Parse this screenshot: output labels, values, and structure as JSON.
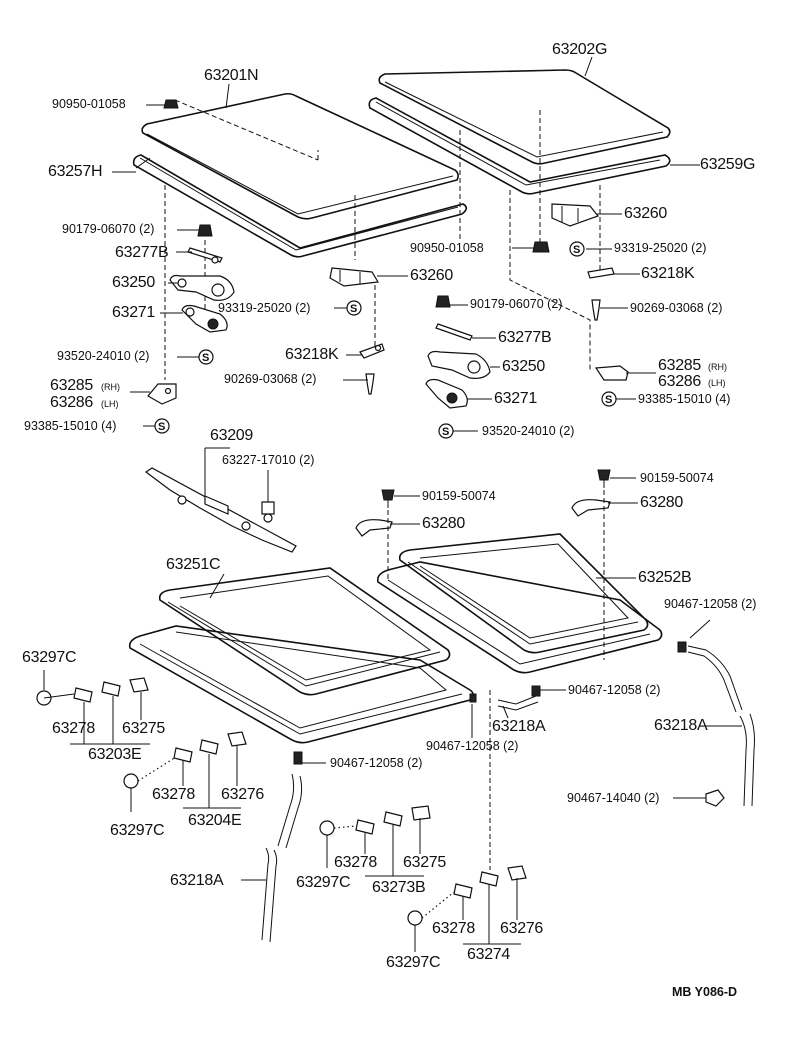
{
  "labels": {
    "p63201N": "63201N",
    "p90950_a": "90950-01058",
    "p63257H": "63257H",
    "p90179_a": "90179-06070 (2)",
    "p63277B_a": "63277B",
    "p63250_a": "63250",
    "p93319_a": "93319-25020 (2)",
    "p63271_a": "63271",
    "p93520_a": "93520-24010 (2)",
    "p63285_a": "63285",
    "p63285_a_rh": "(RH)",
    "p63286_a": "63286",
    "p63286_a_lh": "(LH)",
    "p93385_a": "93385-15010 (4)",
    "p63260_a": "63260",
    "p63218K_a": "63218K",
    "p90269_a": "90269-03068 (2)",
    "p63202G": "63202G",
    "p63259G": "63259G",
    "p63260_b": "63260",
    "p90950_b": "90950-01058",
    "p93319_b": "93319-25020 (2)",
    "p63218K_b": "63218K",
    "p90179_b": "90179-06070 (2)",
    "p90269_b": "90269-03068 (2)",
    "p63277B_b": "63277B",
    "p63250_b": "63250",
    "p63285_b": "63285",
    "p63285_b_rh": "(RH)",
    "p63286_b": "63286",
    "p63286_b_lh": "(LH)",
    "p63271_b": "63271",
    "p93385_b": "93385-15010 (4)",
    "p93520_b": "93520-24010 (2)",
    "p63209": "63209",
    "p63227": "63227-17010 (2)",
    "p90159_a": "90159-50074",
    "p63280_a": "63280",
    "p90159_b": "90159-50074",
    "p63280_b": "63280",
    "p63251C": "63251C",
    "p63252B": "63252B",
    "p90467_a": "90467-12058 (2)",
    "p90467_b": "90467-12058 (2)",
    "p63218A_a": "63218A",
    "p90467_c": "90467-12058 (2)",
    "p63218A_b": "63218A",
    "p63297C_a": "63297C",
    "p63278_a": "63278",
    "p63275_a": "63275",
    "p63203E": "63203E",
    "p90467_d": "90467-12058 (2)",
    "p63278_b": "63278",
    "p63276_a": "63276",
    "p63297C_b": "63297C",
    "p63204E": "63204E",
    "p90467_e": "90467-14040 (2)",
    "p63278_c": "63278",
    "p63275_b": "63275",
    "p63297C_c": "63297C",
    "p63273B": "63273B",
    "p63218A_c": "63218A",
    "p63278_d": "63278",
    "p63276_b": "63276",
    "p63274": "63274",
    "p63297C_d": "63297C",
    "footer_code": "MB  Y086-D"
  },
  "symbol_letter": "S"
}
